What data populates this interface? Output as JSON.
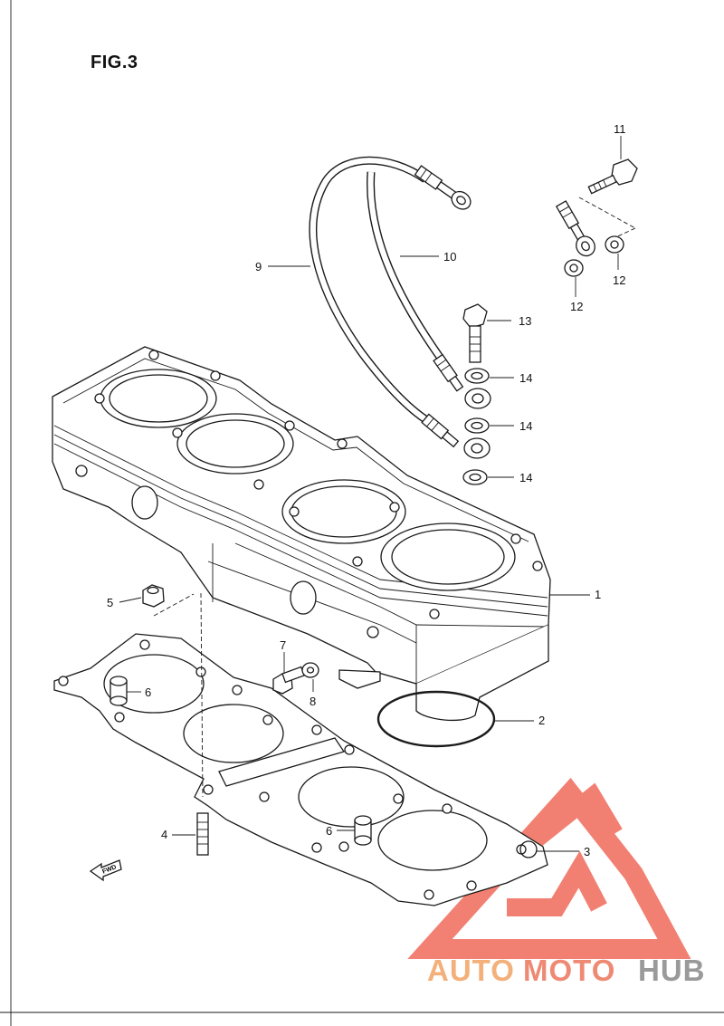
{
  "figure": {
    "title": "FIG.3"
  },
  "callouts": [
    {
      "id": "1",
      "label": "1"
    },
    {
      "id": "2",
      "label": "2"
    },
    {
      "id": "3",
      "label": "3"
    },
    {
      "id": "4",
      "label": "4"
    },
    {
      "id": "5",
      "label": "5"
    },
    {
      "id": "6a",
      "label": "6"
    },
    {
      "id": "6b",
      "label": "6"
    },
    {
      "id": "7",
      "label": "7"
    },
    {
      "id": "8",
      "label": "8"
    },
    {
      "id": "9",
      "label": "9"
    },
    {
      "id": "10",
      "label": "10"
    },
    {
      "id": "11",
      "label": "11"
    },
    {
      "id": "12a",
      "label": "12"
    },
    {
      "id": "12b",
      "label": "12"
    },
    {
      "id": "13",
      "label": "13"
    },
    {
      "id": "14a",
      "label": "14"
    },
    {
      "id": "14b",
      "label": "14"
    },
    {
      "id": "14c",
      "label": "14"
    }
  ],
  "fwd_marker": {
    "label": "FWD"
  },
  "watermark": {
    "part1": "AUTO",
    "part2": "MOTO",
    "part3": "HUB",
    "color_part1": "#f3b07a",
    "color_part2": "#ee8a74",
    "color_part3": "#9a9a9a",
    "logo_color": "#f06a5a"
  }
}
